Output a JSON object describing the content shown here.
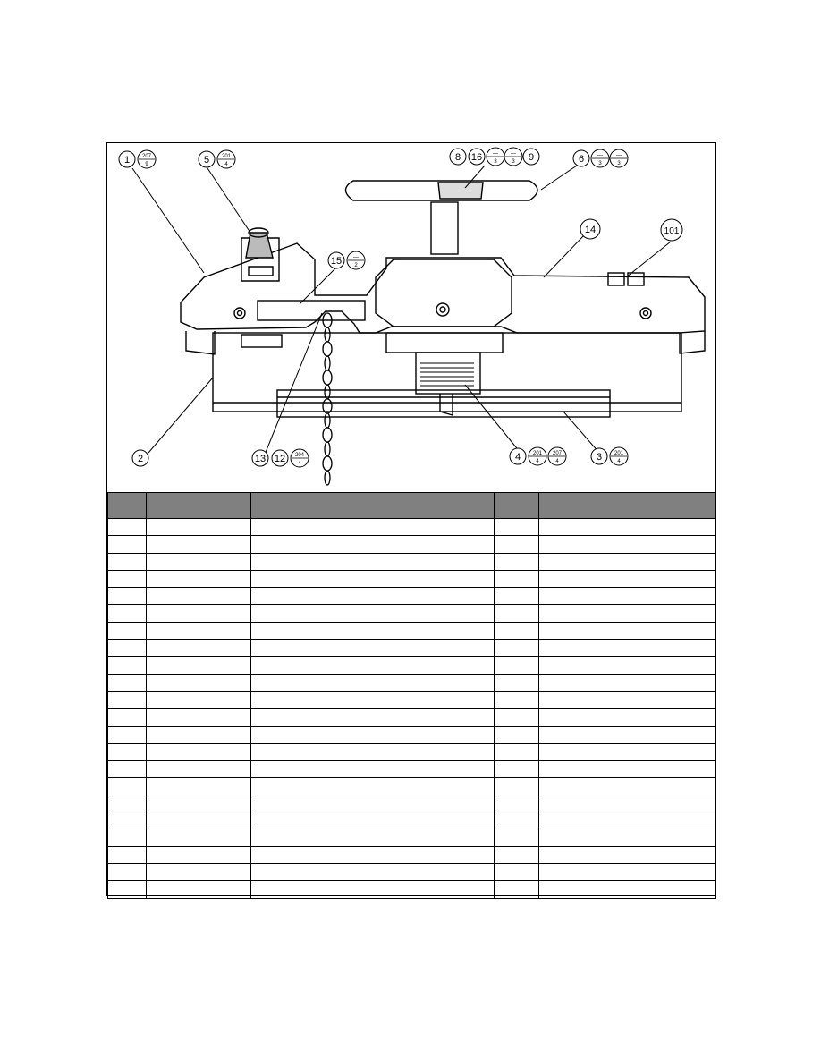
{
  "callouts": {
    "c1": "1",
    "c1_top": "207",
    "c1_bot": "9",
    "c5": "5",
    "c5_top": "201",
    "c5_bot": "4",
    "c8": "8",
    "c16": "16",
    "c16_top": "—",
    "c16_bot": "3",
    "c9": "9",
    "c6": "6",
    "c6_top": "—",
    "c6_bot": "3",
    "c6b_top": "—",
    "c6b_bot": "3",
    "c14": "14",
    "c101": "101",
    "c15": "15",
    "c15_top": "—",
    "c15_bot": "2",
    "c2": "2",
    "c13": "13",
    "c12": "12",
    "c12_top": "204",
    "c12_bot": "4",
    "c4": "4",
    "c4_top": "201",
    "c4_bot": "4",
    "c4b_top": "207",
    "c4b_bot": "4",
    "c3": "3",
    "c3_top": "201",
    "c3_bot": "4"
  },
  "table": {
    "headers": [
      "",
      "",
      "",
      "",
      ""
    ],
    "row_count": 22
  }
}
